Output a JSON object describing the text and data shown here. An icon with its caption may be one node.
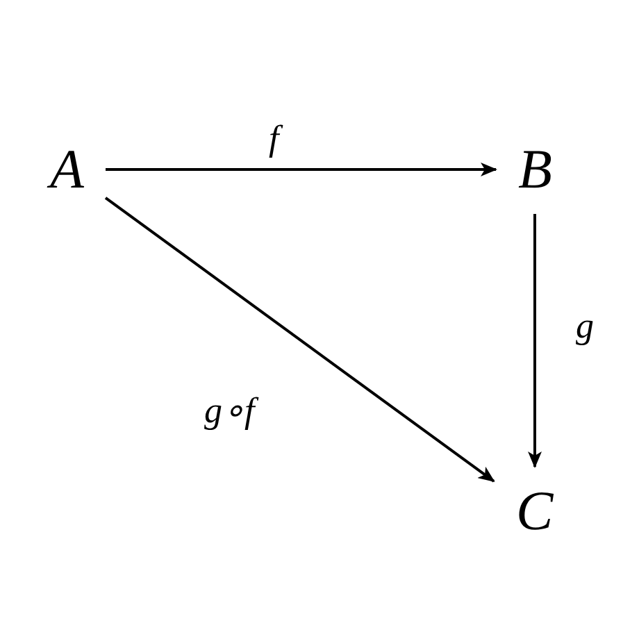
{
  "diagram": {
    "nodes": [
      {
        "text": [
          "A"
        ]
      },
      {
        "text": [
          "B"
        ]
      },
      {
        "text": [
          "C"
        ]
      }
    ],
    "edges": [
      {
        "from": 0,
        "to": 1,
        "arrow": "to",
        "label": "f"
      },
      {
        "from": 1,
        "to": 2,
        "arrow": "to",
        "label": "g"
      },
      {
        "from": 0,
        "to": 2,
        "arrow": "to",
        "label": "g∘f"
      }
    ]
  }
}
